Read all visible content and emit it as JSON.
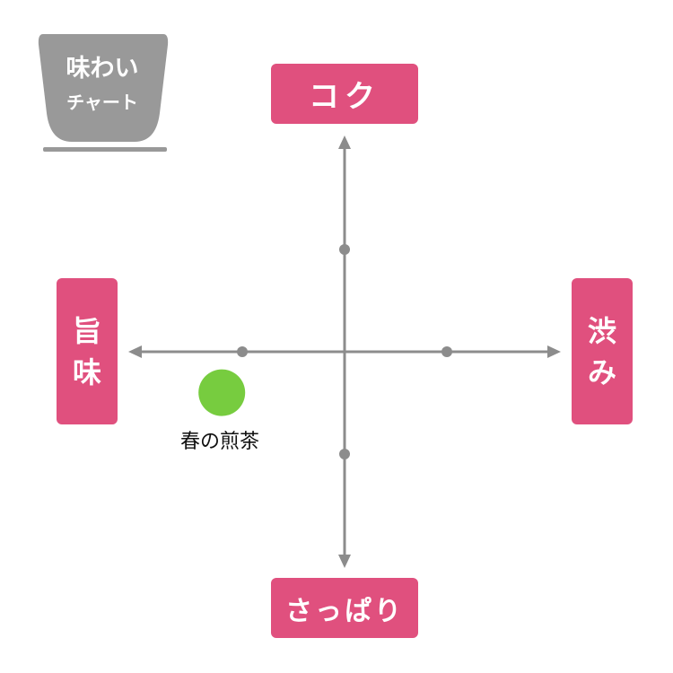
{
  "logo": {
    "line1": "味わい",
    "line2": "チャート"
  },
  "axes": {
    "top": "コク",
    "bottom": "さっぱり",
    "left": "旨味",
    "right": "渋み"
  },
  "chart_data": {
    "type": "scatter",
    "x_axis": {
      "negative_label": "旨味",
      "positive_label": "渋み",
      "range": [
        -2,
        2
      ],
      "ticks": [
        -1,
        1
      ]
    },
    "y_axis": {
      "negative_label": "さっぱり",
      "positive_label": "コク",
      "range": [
        -2,
        2
      ],
      "ticks": [
        -1,
        1
      ]
    },
    "points": [
      {
        "label": "春の煎茶",
        "x": -1.2,
        "y": -0.4
      }
    ],
    "grid": false
  },
  "colors": {
    "axis": "#8c8c8c",
    "label_box": "#e0507e",
    "label_text": "#ffffff",
    "point": "#77cc3f",
    "logo": "#999999"
  }
}
